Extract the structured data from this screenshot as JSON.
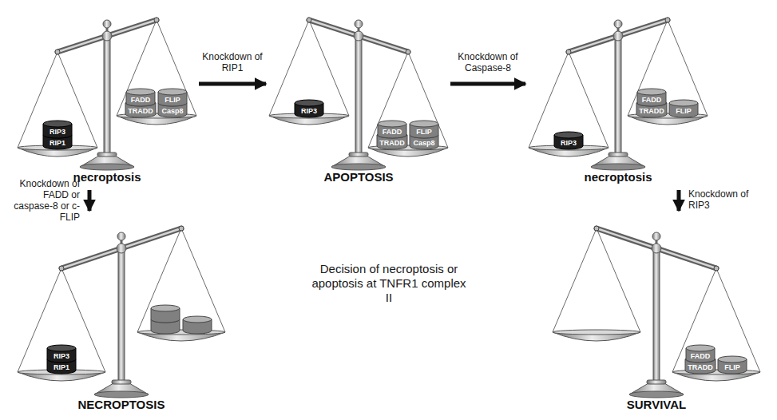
{
  "diagram": {
    "nodes": [
      {
        "text": [
          "necroptosis"
        ]
      },
      {
        "text": [
          "RIP3"
        ],
        "in": 0
      },
      {
        "text": [
          "RIP1"
        ],
        "in": 0
      },
      {
        "text": [
          "FADD"
        ],
        "in": 0
      },
      {
        "text": [
          "FLIP"
        ],
        "in": 0
      },
      {
        "text": [
          "TRADD"
        ],
        "in": 0
      },
      {
        "text": [
          "Casp8"
        ],
        "in": 0
      },
      {
        "text": [
          "APOPTOSIS"
        ]
      },
      {
        "text": [
          "RIP3"
        ],
        "in": 7
      },
      {
        "text": [
          "FADD"
        ],
        "in": 7
      },
      {
        "text": [
          "FLIP"
        ],
        "in": 7
      },
      {
        "text": [
          "TRADD"
        ],
        "in": 7
      },
      {
        "text": [
          "Casp8"
        ],
        "in": 7
      },
      {
        "text": [
          "necroptosis"
        ]
      },
      {
        "text": [
          "RIP3"
        ],
        "in": 13
      },
      {
        "text": [
          "FADD"
        ],
        "in": 13
      },
      {
        "text": [
          "FLIP"
        ],
        "in": 13
      },
      {
        "text": [
          "TRADD"
        ],
        "in": 13
      },
      {
        "text": [
          "NECROPTOSIS"
        ]
      },
      {
        "text": [
          "RIP3"
        ],
        "in": 18
      },
      {
        "text": [
          "RIP1"
        ],
        "in": 18
      },
      {
        "text": [
          "SURVIVAL"
        ]
      },
      {
        "text": [
          "FADD"
        ],
        "in": 21
      },
      {
        "text": [
          "TRADD"
        ],
        "in": 21
      },
      {
        "text": [
          "FLIP"
        ],
        "in": 21
      }
    ],
    "edges": [
      {
        "from": 0,
        "to": 7,
        "arrow": "to",
        "label": "Knockdown of RIP1"
      },
      {
        "from": 7,
        "to": 13,
        "arrow": "to",
        "label": "Knockdown of Caspase-8"
      },
      {
        "from": 0,
        "to": 18,
        "arrow": "to",
        "label": "Knockdown of FADD or caspase-8 or c-FLIP"
      },
      {
        "from": 13,
        "to": 21,
        "arrow": "to",
        "label": "Knockdown of RIP3"
      }
    ],
    "labels": [
      "Decision of necroptosis or apoptosis at TNFR1 complex II"
    ]
  }
}
